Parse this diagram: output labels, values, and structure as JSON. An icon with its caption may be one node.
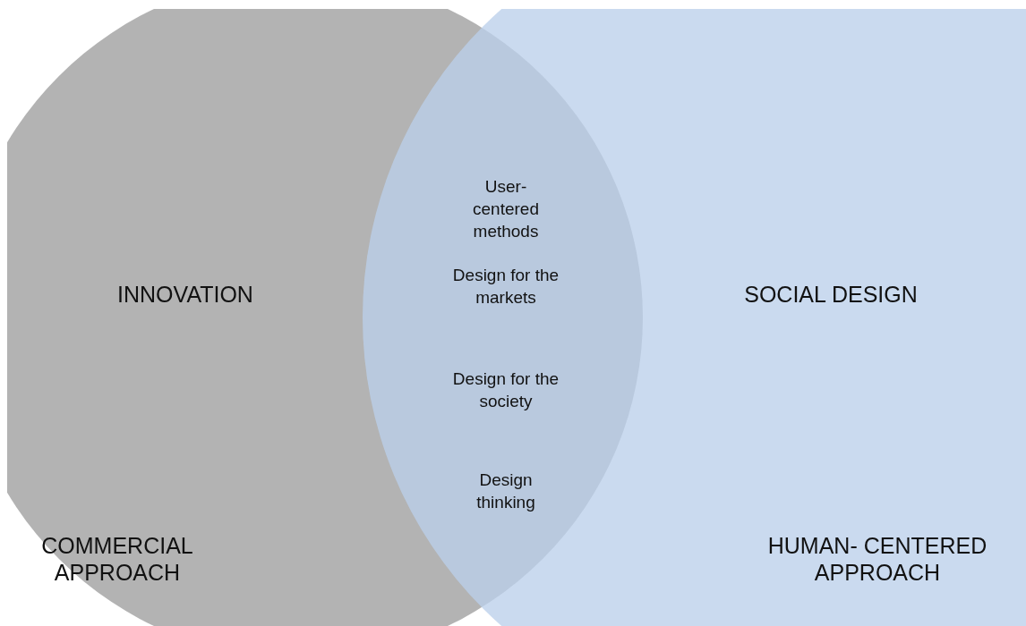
{
  "diagram": {
    "nodes": [
      {
        "text": [
          "INNOVATION",
          "COMMERCIAL APPROACH"
        ]
      },
      {
        "text": [
          "SOCIAL DESIGN",
          "HUMAN- CENTERED APPROACH"
        ]
      }
    ],
    "labels": [
      "User- centered methods",
      "Design for the markets",
      "Design for the society",
      "Design thinking"
    ]
  }
}
